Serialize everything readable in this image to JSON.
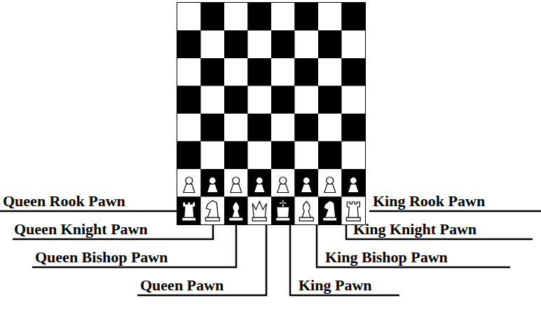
{
  "diagram": {
    "labels": [
      "Queen Rook Pawn",
      "King Rook Pawn",
      "Queen Knight Pawn",
      "King Knight Pawn",
      "Queen Bishop Pawn",
      "King Bishop Pawn",
      "Queen Pawn",
      "King Pawn"
    ]
  }
}
